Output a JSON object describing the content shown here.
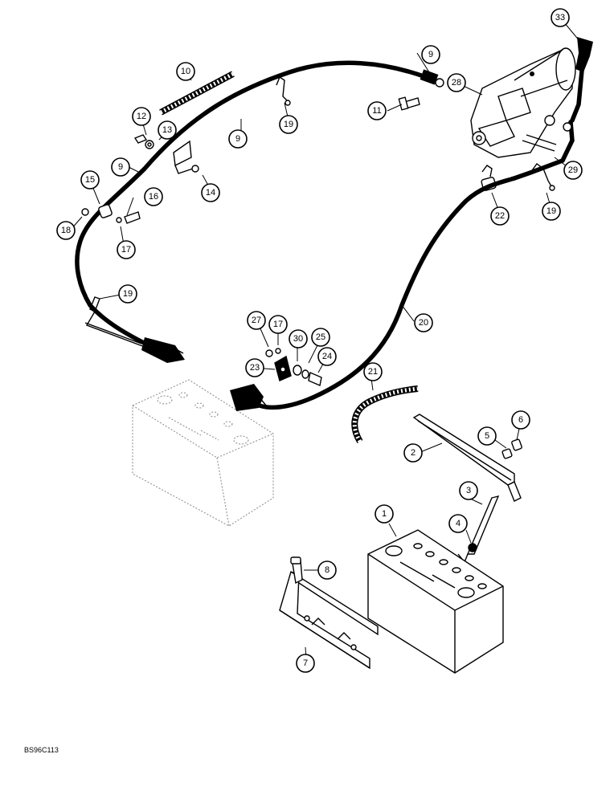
{
  "figure_code": "BS96C113",
  "callouts": [
    {
      "id": "callout-1",
      "label": "1"
    },
    {
      "id": "callout-2",
      "label": "2"
    },
    {
      "id": "callout-3",
      "label": "3"
    },
    {
      "id": "callout-4",
      "label": "4"
    },
    {
      "id": "callout-5",
      "label": "5"
    },
    {
      "id": "callout-6",
      "label": "6"
    },
    {
      "id": "callout-7",
      "label": "7"
    },
    {
      "id": "callout-8",
      "label": "8"
    },
    {
      "id": "callout-9a",
      "label": "9"
    },
    {
      "id": "callout-9b",
      "label": "9"
    },
    {
      "id": "callout-9c",
      "label": "9"
    },
    {
      "id": "callout-10",
      "label": "10"
    },
    {
      "id": "callout-11",
      "label": "11"
    },
    {
      "id": "callout-12",
      "label": "12"
    },
    {
      "id": "callout-13",
      "label": "13"
    },
    {
      "id": "callout-14",
      "label": "14"
    },
    {
      "id": "callout-15",
      "label": "15"
    },
    {
      "id": "callout-16",
      "label": "16"
    },
    {
      "id": "callout-17a",
      "label": "17"
    },
    {
      "id": "callout-17b",
      "label": "17"
    },
    {
      "id": "callout-18",
      "label": "18"
    },
    {
      "id": "callout-19a",
      "label": "19"
    },
    {
      "id": "callout-19b",
      "label": "19"
    },
    {
      "id": "callout-19c",
      "label": "19"
    },
    {
      "id": "callout-20",
      "label": "20"
    },
    {
      "id": "callout-21",
      "label": "21"
    },
    {
      "id": "callout-22",
      "label": "22"
    },
    {
      "id": "callout-23",
      "label": "23"
    },
    {
      "id": "callout-24",
      "label": "24"
    },
    {
      "id": "callout-25",
      "label": "25"
    },
    {
      "id": "callout-27",
      "label": "27"
    },
    {
      "id": "callout-28",
      "label": "28"
    },
    {
      "id": "callout-29",
      "label": "29"
    },
    {
      "id": "callout-30",
      "label": "30"
    },
    {
      "id": "callout-33",
      "label": "33"
    }
  ]
}
